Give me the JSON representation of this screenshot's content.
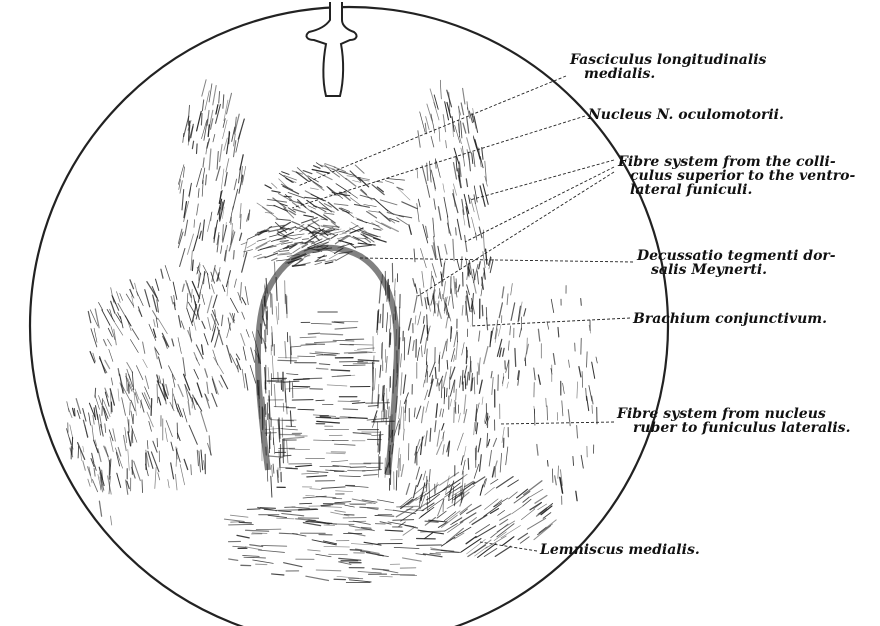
{
  "figure": {
    "labels": [
      {
        "id": "fasciculus",
        "lines": [
          "Fasciculus longitudinalis",
          "medialis."
        ]
      },
      {
        "id": "oculomotorii",
        "lines": [
          "Nucleus N. oculomotorii."
        ]
      },
      {
        "id": "fibre-colliculus",
        "lines": [
          "Fibre system from the colli-",
          "culus superior to the ventro-",
          "lateral funiculi."
        ]
      },
      {
        "id": "decussatio",
        "lines": [
          "Decussatio tegmenti dor-",
          "salis Meynerti."
        ]
      },
      {
        "id": "brachium",
        "lines": [
          "Brachium conjunctivum."
        ]
      },
      {
        "id": "fibre-ruber",
        "lines": [
          "Fibre system from nucleus",
          "ruber to funiculus lateralis."
        ]
      },
      {
        "id": "lemniscus",
        "lines": [
          "Lemniscus medialis."
        ]
      }
    ]
  },
  "colors": {
    "ink": "#111111",
    "paper": "#ffffff",
    "stroke": "#222222"
  }
}
